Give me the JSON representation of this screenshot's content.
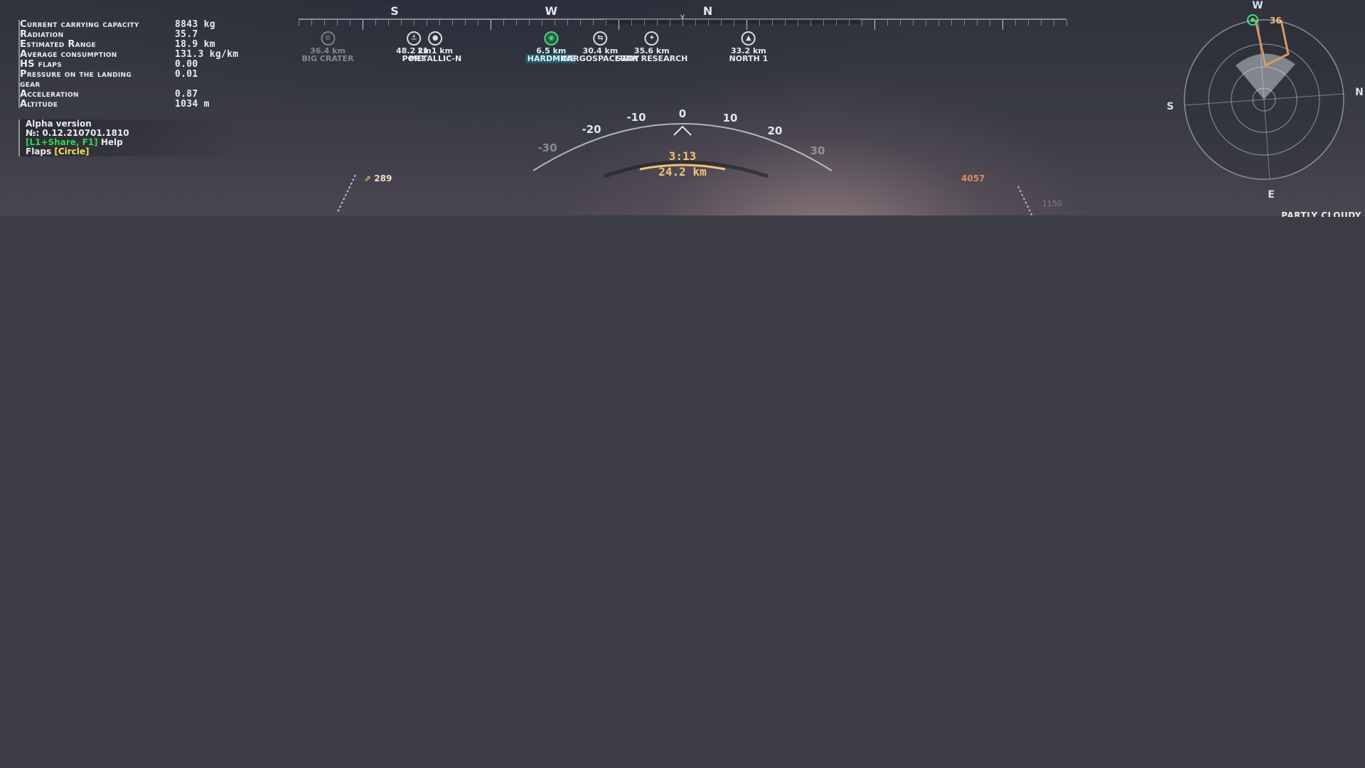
{
  "stats": [
    {
      "label": "Current carrying capacity",
      "value": "8843 kg"
    },
    {
      "label": "Radiation",
      "value": "35.7"
    },
    {
      "label": "Estimated Range",
      "value": "18.9 km"
    },
    {
      "label": "Average consumption",
      "value": "131.3 kg/km"
    },
    {
      "label": "HS flaps",
      "value": "0.00"
    },
    {
      "label": "Pressure on the landing",
      "value": "0.01"
    },
    {
      "label": "gear",
      "value": ""
    },
    {
      "label": "Acceleration",
      "value": "0.87"
    },
    {
      "label": "Altitude",
      "value": "1034 m"
    }
  ],
  "version": {
    "line1": "Alpha version",
    "line2": "№: 0.12.210701.1810",
    "help_keys": "[L1+Share, F1]",
    "help_label": " Help",
    "flaps_label": "Flaps ",
    "flaps_key": "[Circle]"
  },
  "compass": {
    "cardinals": [
      {
        "label": "S",
        "pos": 0.125
      },
      {
        "label": "W",
        "pos": 0.329
      },
      {
        "label": "N",
        "pos": 0.533
      }
    ],
    "waypoints": [
      {
        "dist": "36.4 km",
        "name": "BIG CRATER",
        "pos": 0.038,
        "icon": "⊙",
        "faded": true
      },
      {
        "dist": "48.2 km",
        "name": "PORT",
        "pos": 0.15,
        "icon": "⚓",
        "faded": false
      },
      {
        "dist": "21.1 km",
        "name": "METALLIC-N",
        "pos": 0.178,
        "icon": "●",
        "faded": false
      },
      {
        "dist": "6.5 km",
        "name": "HARDMINE",
        "pos": 0.329,
        "icon": "◉",
        "active": true
      },
      {
        "dist": "30.4 km",
        "name": "CARGOSPACEWAY",
        "pos": 0.393,
        "icon": "⇆",
        "faded": false
      },
      {
        "dist": "35.6 km",
        "name": "STAR RESEARCH",
        "pos": 0.46,
        "icon": "✦",
        "faded": false
      },
      {
        "dist": "33.2 km",
        "name": "NORTH 1",
        "pos": 0.586,
        "icon": "▲",
        "faded": false
      }
    ]
  },
  "pitch": {
    "labels": [
      "-30",
      "-20",
      "-10",
      "0",
      "10",
      "20",
      "30"
    ],
    "timer": "3:13",
    "distance": "24.2 km"
  },
  "speed": {
    "value": "289"
  },
  "altitude_readout": "4057",
  "altitude_small": "1150",
  "radar": {
    "north": "N",
    "south": "S",
    "east": "E",
    "west": "W",
    "marker_value": "36"
  },
  "weather": "PARTLY CLOUDY",
  "colors": {
    "accent": "#f5c372",
    "active": "#3fe07a",
    "help": "#2fd84a",
    "key": "#f2e14a"
  }
}
